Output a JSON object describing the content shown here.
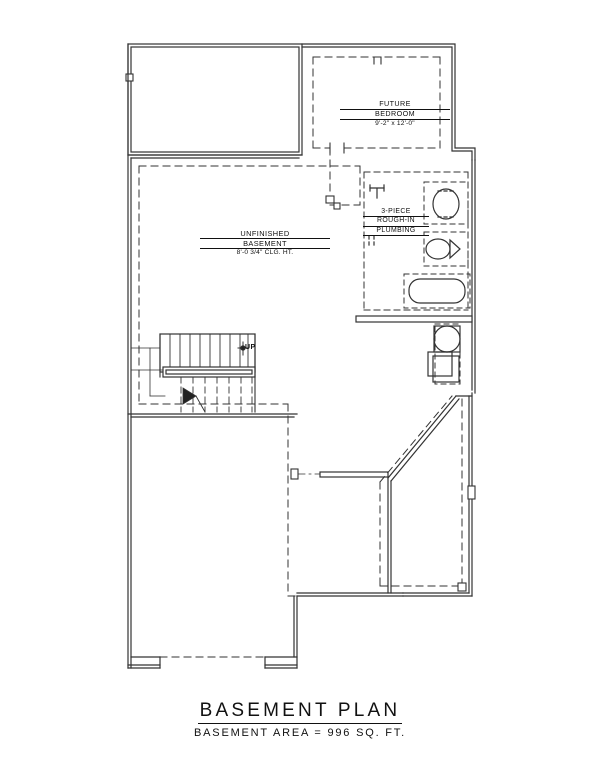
{
  "sheet": {
    "drawing_type": "architectural-floor-plan",
    "background_color": "#ffffff",
    "line_color": "#333333",
    "text_color": "#111111"
  },
  "title_block": {
    "title": "BASEMENT  PLAN",
    "subtitle": "BASEMENT AREA  =  996 SQ. FT."
  },
  "rooms": [
    {
      "name": "future-bedroom",
      "line1": "FUTURE",
      "line2": "BEDROOM",
      "dimensions": "9'-2\" x  12'-0\""
    },
    {
      "name": "unfinished-basement",
      "line1": "UNFINISHED",
      "line2": "BASEMENT",
      "dimensions": "8'-0 3/4\" CLG. HT."
    },
    {
      "name": "rough-in-plumbing",
      "line1": "3-PIECE",
      "line2": "ROUGH-IN",
      "line3": "PLUMBING"
    }
  ],
  "annotations": {
    "stair_direction": "UP"
  },
  "fixtures": [
    {
      "name": "bathroom-sink",
      "shape": "circle"
    },
    {
      "name": "toilet",
      "shape": "oval"
    },
    {
      "name": "bathtub",
      "shape": "rounded-rect"
    },
    {
      "name": "water-heater",
      "shape": "circle"
    },
    {
      "name": "furnace",
      "shape": "square"
    }
  ]
}
